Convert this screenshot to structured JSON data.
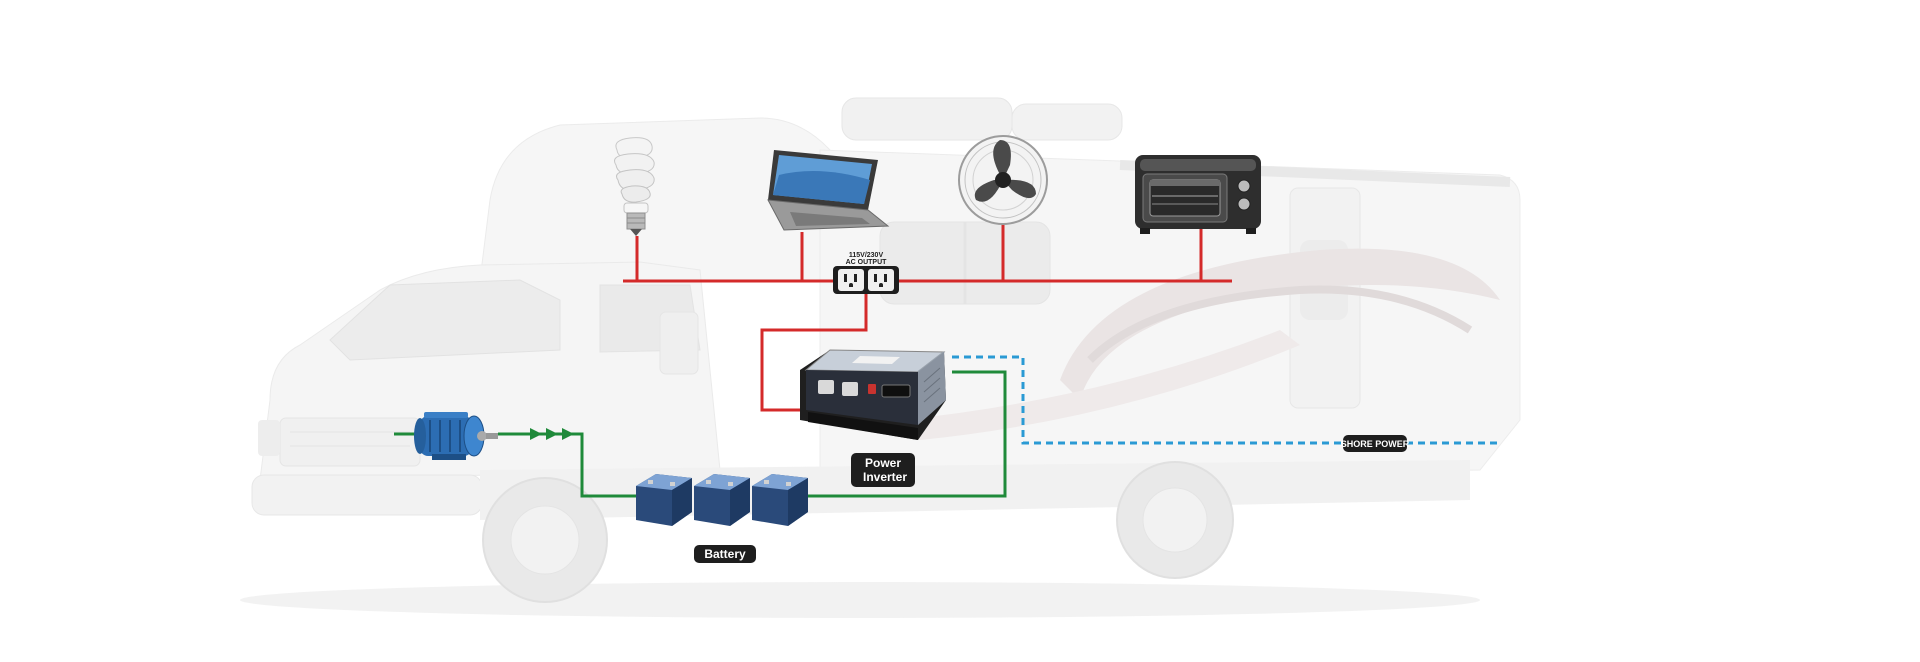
{
  "labels": {
    "ac_output_line1": "115V/230V",
    "ac_output_line2": "AC OUTPUT",
    "power_inverter_line1": "Power",
    "power_inverter_line2": "Inverter",
    "battery": "Battery",
    "shore_power": "SHORE POWER"
  },
  "colors": {
    "ac_wire": "#d42a2a",
    "dc_wire": "#1f8a3a",
    "shore_wire": "#2a9ad4",
    "tag_bg": "#1e1e1e"
  },
  "icons": [
    "light-bulb-icon",
    "laptop-icon",
    "fan-icon",
    "toaster-oven-icon",
    "ac-outlet-icon",
    "power-inverter-icon",
    "alternator-icon",
    "battery-icon"
  ]
}
